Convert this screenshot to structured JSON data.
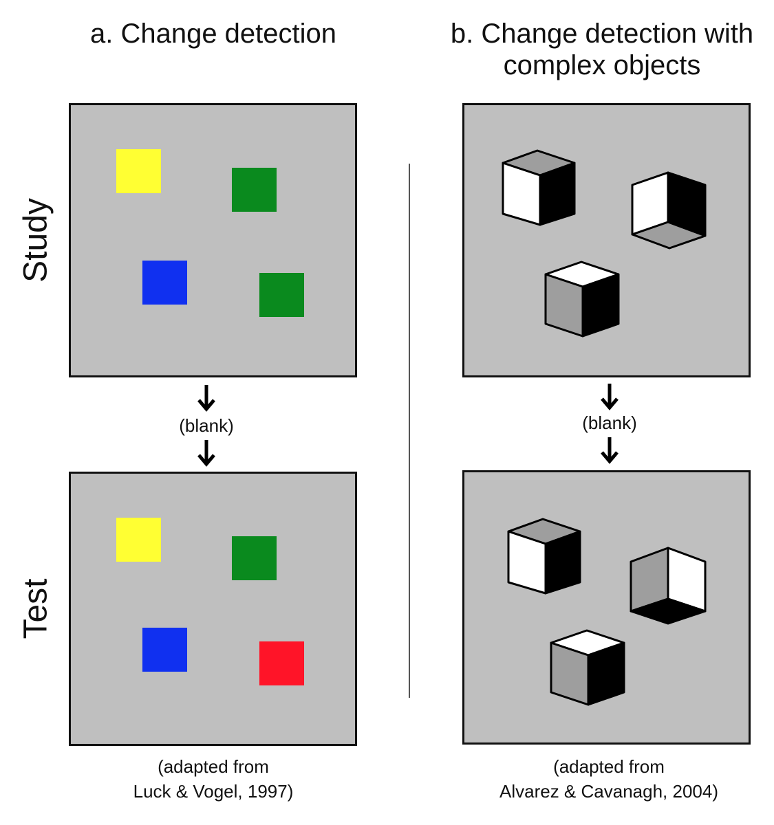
{
  "headings": {
    "a": [
      "a. Change detection"
    ],
    "b": [
      "b. Change detection with",
      "complex objects"
    ]
  },
  "row_labels": {
    "study": "Study",
    "test": "Test"
  },
  "blank_label": "(blank)",
  "captions": {
    "a": [
      "(adapted from",
      "Luck & Vogel, 1997)"
    ],
    "b": [
      "(adapted from",
      "Alvarez & Cavanagh, 2004)"
    ]
  },
  "colors": {
    "panel_bg": "#bfbfbf",
    "yellow": "#ffff33",
    "green": "#0a8a1e",
    "blue": "#1030f0",
    "red": "#ff1428",
    "white": "#ffffff",
    "gray": "#9e9e9e",
    "black": "#000000"
  },
  "panel_a": {
    "study_squares": [
      "yellow",
      "green",
      "blue",
      "green"
    ],
    "test_squares": [
      "yellow",
      "green",
      "blue",
      "red"
    ]
  },
  "panel_b": {
    "study_cubes": [
      {
        "top": "gray",
        "left": "white",
        "right": "black"
      },
      {
        "top": "gray",
        "left": "white",
        "right": "black"
      },
      {
        "top": "white",
        "left": "gray",
        "right": "black"
      }
    ],
    "test_cubes": [
      {
        "top": "gray",
        "left": "white",
        "right": "black"
      },
      {
        "top": "black",
        "left": "gray",
        "right": "white"
      },
      {
        "top": "white",
        "left": "gray",
        "right": "black"
      }
    ]
  }
}
